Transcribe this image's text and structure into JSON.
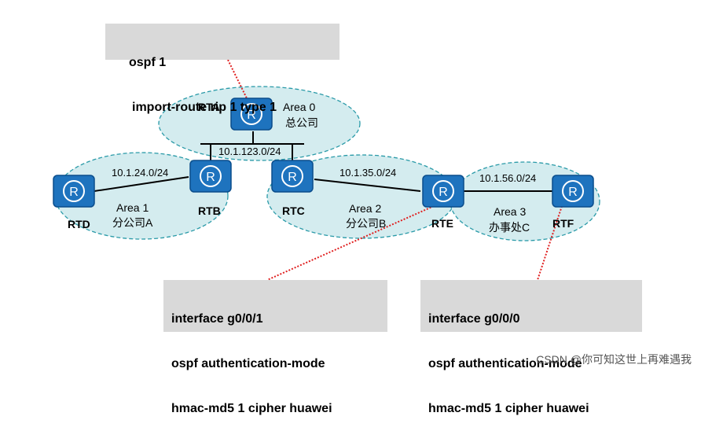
{
  "config_boxes": {
    "rta": {
      "lines": [
        "ospf 1",
        "import-route rip 1 type 1"
      ]
    },
    "rte": {
      "lines": [
        "interface g0/0/1",
        "ospf authentication-mode",
        "hmac-md5 1 cipher huawei"
      ]
    },
    "rtf": {
      "lines": [
        "interface g0/0/0",
        "ospf authentication-mode",
        "hmac-md5 1 cipher huawei"
      ]
    }
  },
  "routers": {
    "rta": "RTA",
    "rtb": "RTB",
    "rtc": "RTC",
    "rtd": "RTD",
    "rte": "RTE",
    "rtf": "RTF"
  },
  "router_symbol": "R",
  "areas": {
    "area0": {
      "name": "Area 0",
      "desc": "总公司"
    },
    "area1": {
      "name": "Area 1",
      "desc": "分公司A"
    },
    "area2": {
      "name": "Area 2",
      "desc": "分公司B"
    },
    "area3": {
      "name": "Area 3",
      "desc": "办事处C"
    }
  },
  "networks": {
    "backbone": "10.1.123.0/24",
    "rtb_rtd": "10.1.24.0/24",
    "rtc_rte": "10.1.35.0/24",
    "rte_rtf": "10.1.56.0/24"
  },
  "watermark": "CSDN @你可知这世上再难遇我",
  "colors": {
    "router_fill": "#1e73be",
    "router_border": "#0a4d8c",
    "area_fill": "#d4ecef",
    "area_border": "#2a9aa8",
    "config_bg": "#d9d9d9",
    "dotted_line": "#e02020"
  }
}
